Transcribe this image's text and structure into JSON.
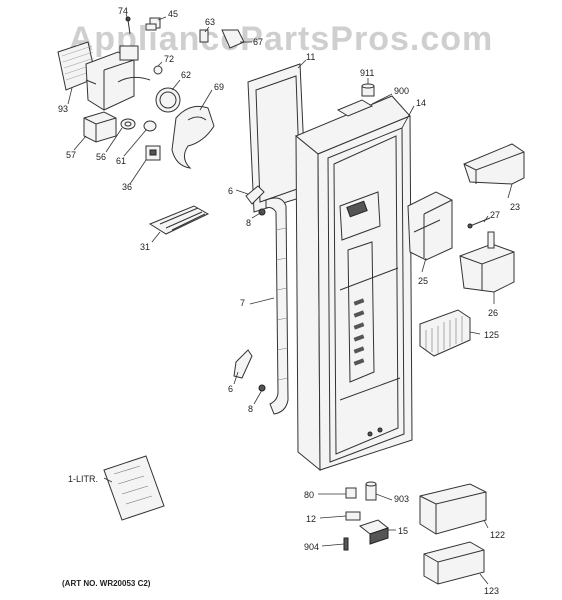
{
  "watermark": "AppliancePartsPros.com",
  "art_number": "(ART NO. WR20053 C2)",
  "callouts": [
    {
      "id": "74",
      "label": "74"
    },
    {
      "id": "45",
      "label": "45"
    },
    {
      "id": "63",
      "label": "63"
    },
    {
      "id": "67",
      "label": "67"
    },
    {
      "id": "72",
      "label": "72"
    },
    {
      "id": "62",
      "label": "62"
    },
    {
      "id": "69",
      "label": "69"
    },
    {
      "id": "93",
      "label": "93"
    },
    {
      "id": "57",
      "label": "57"
    },
    {
      "id": "56",
      "label": "56"
    },
    {
      "id": "61",
      "label": "61"
    },
    {
      "id": "36",
      "label": "36"
    },
    {
      "id": "11",
      "label": "11"
    },
    {
      "id": "911",
      "label": "911"
    },
    {
      "id": "900",
      "label": "900"
    },
    {
      "id": "14",
      "label": "14"
    },
    {
      "id": "6a",
      "label": "6"
    },
    {
      "id": "8a",
      "label": "8"
    },
    {
      "id": "31",
      "label": "31"
    },
    {
      "id": "7",
      "label": "7"
    },
    {
      "id": "6b",
      "label": "6"
    },
    {
      "id": "8b",
      "label": "8"
    },
    {
      "id": "23",
      "label": "23"
    },
    {
      "id": "27",
      "label": "27"
    },
    {
      "id": "25",
      "label": "25"
    },
    {
      "id": "26",
      "label": "26"
    },
    {
      "id": "125",
      "label": "125"
    },
    {
      "id": "1litr",
      "label": "1-LITR."
    },
    {
      "id": "80",
      "label": "80"
    },
    {
      "id": "903",
      "label": "903"
    },
    {
      "id": "12",
      "label": "12"
    },
    {
      "id": "15",
      "label": "15"
    },
    {
      "id": "904",
      "label": "904"
    },
    {
      "id": "122",
      "label": "122"
    },
    {
      "id": "123",
      "label": "123"
    }
  ]
}
